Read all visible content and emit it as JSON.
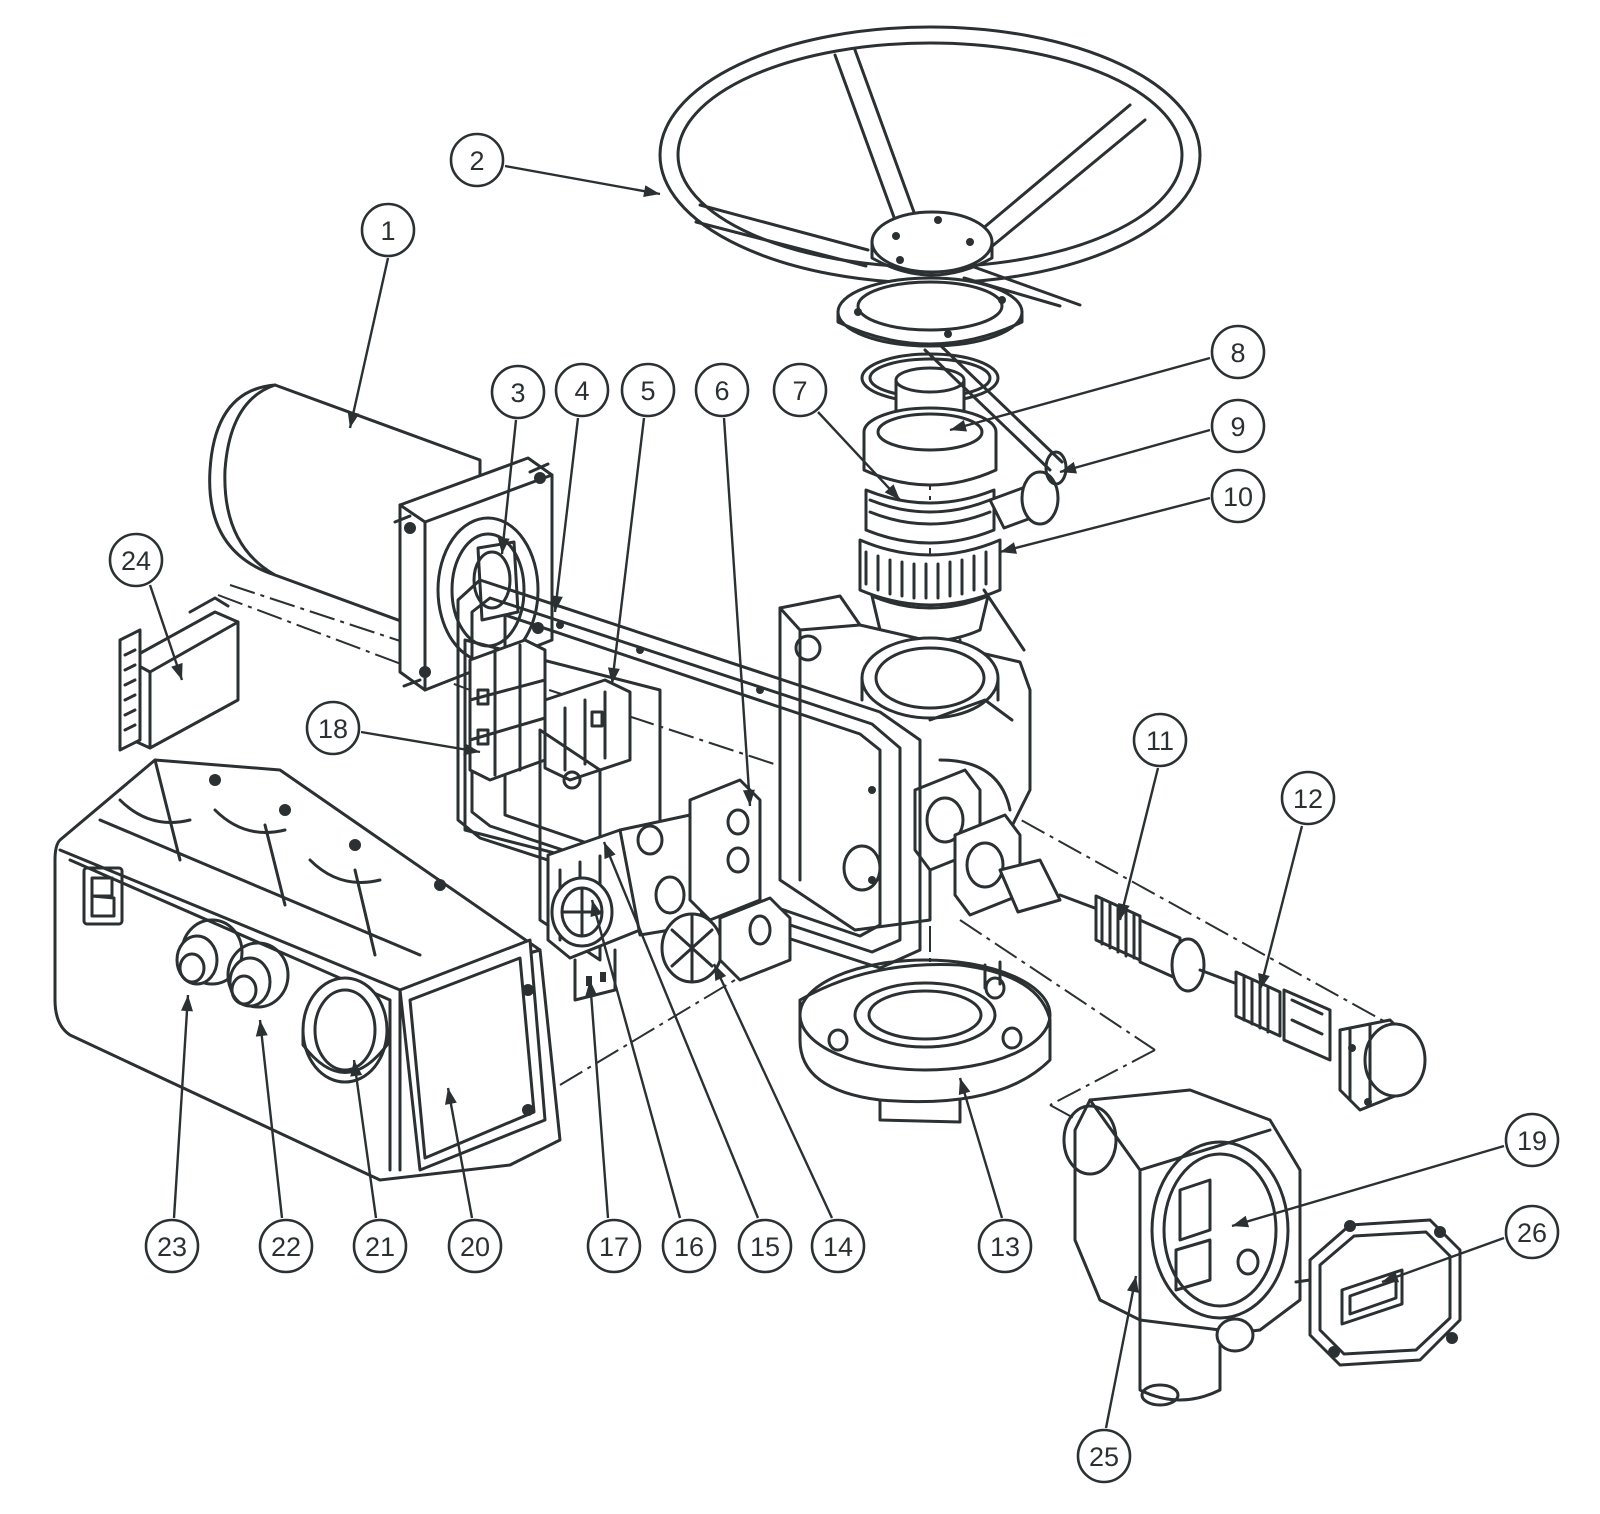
{
  "diagram": {
    "ink_color": "#2b3133",
    "background": "#ffffff",
    "callouts": [
      {
        "id": "1",
        "label": "1"
      },
      {
        "id": "2",
        "label": "2"
      },
      {
        "id": "3",
        "label": "3"
      },
      {
        "id": "4",
        "label": "4"
      },
      {
        "id": "5",
        "label": "5"
      },
      {
        "id": "6",
        "label": "6"
      },
      {
        "id": "7",
        "label": "7"
      },
      {
        "id": "8",
        "label": "8"
      },
      {
        "id": "9",
        "label": "9"
      },
      {
        "id": "10",
        "label": "10"
      },
      {
        "id": "11",
        "label": "11"
      },
      {
        "id": "12",
        "label": "12"
      },
      {
        "id": "13",
        "label": "13"
      },
      {
        "id": "14",
        "label": "14"
      },
      {
        "id": "15",
        "label": "15"
      },
      {
        "id": "16",
        "label": "16"
      },
      {
        "id": "17",
        "label": "17"
      },
      {
        "id": "18",
        "label": "18"
      },
      {
        "id": "19",
        "label": "19"
      },
      {
        "id": "20",
        "label": "20"
      },
      {
        "id": "21",
        "label": "21"
      },
      {
        "id": "22",
        "label": "22"
      },
      {
        "id": "23",
        "label": "23"
      },
      {
        "id": "24",
        "label": "24"
      },
      {
        "id": "25",
        "label": "25"
      },
      {
        "id": "26",
        "label": "26"
      }
    ]
  }
}
